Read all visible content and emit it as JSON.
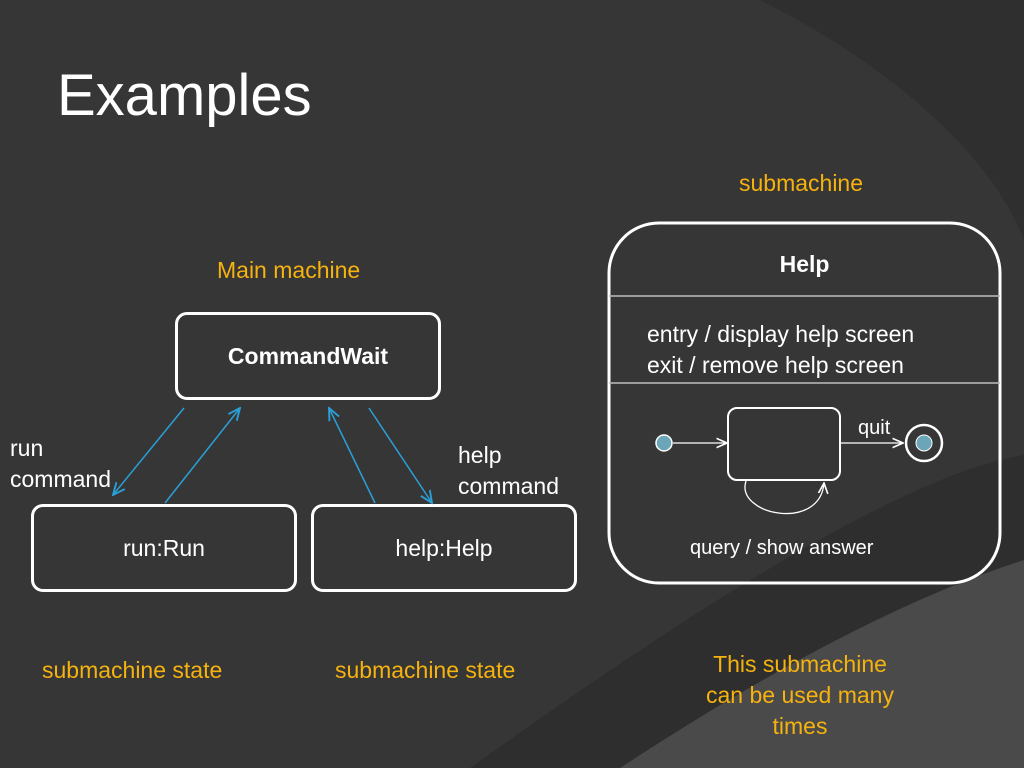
{
  "slide": {
    "title": "Examples"
  },
  "main_machine": {
    "label": "Main machine",
    "command_wait": "CommandWait",
    "run_state": "run:Run",
    "help_state": "help:Help",
    "run_transition_line1": "run",
    "run_transition_line2": "command",
    "help_transition_line1": "help",
    "help_transition_line2": "command",
    "run_caption": "submachine state",
    "help_caption": "submachine state"
  },
  "submachine": {
    "label": "submachine",
    "state_name": "Help",
    "entry_action": "entry / display help screen",
    "exit_action": "exit / remove help screen",
    "quit_transition": "quit",
    "self_transition": "query / show answer",
    "note_line1": "This submachine",
    "note_line2": "can be used many",
    "note_line3": "times"
  },
  "colors": {
    "background": "#363636",
    "accent": "#f6b20e",
    "arrow": "#2a9fd6",
    "initial_node": "#6aa6b8"
  }
}
